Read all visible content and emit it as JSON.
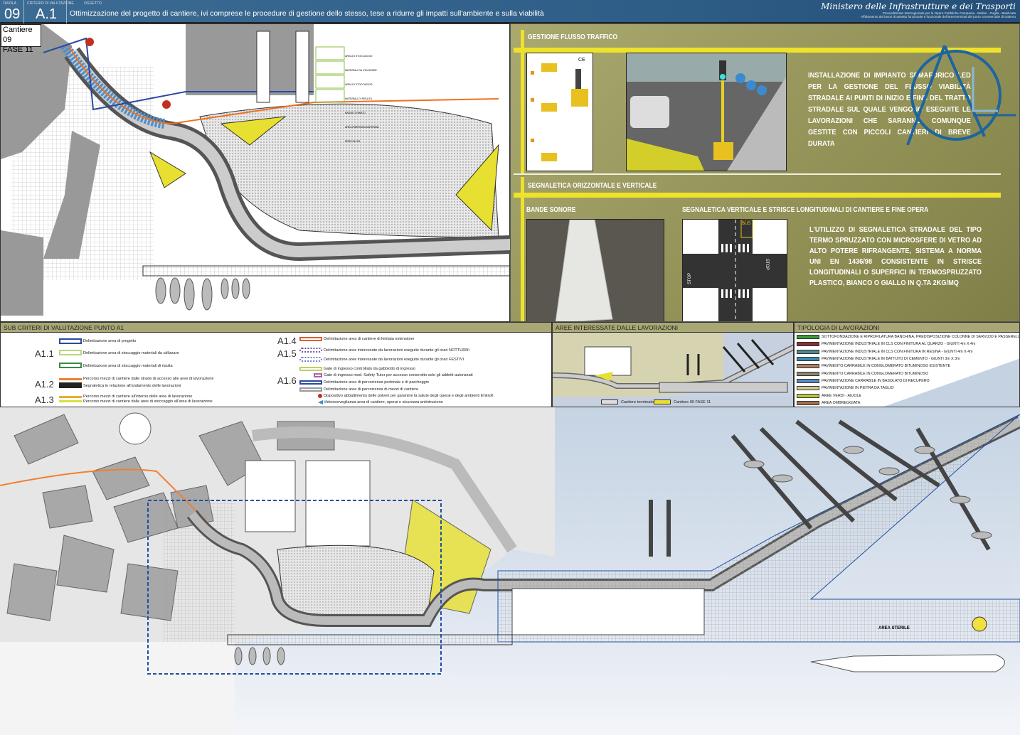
{
  "header": {
    "tavola_label": "TAVOLA",
    "tavola": "09",
    "criterio_label": "CRITERIO DI VALUTAZIONE",
    "criterio": "A.1",
    "oggetto_label": "OGGETTO",
    "title": "Ottimizzazione del progetto di cantiere, ivi comprese le procedure di gestione dello stesso, tese a ridurre gli impatti sull'ambiente e sulla viabilità",
    "ministry": "Ministero delle Infrastrutture e dei Trasporti",
    "ministry_sub1": "Provveditorato Interregionale per le Opere Pubbliche Campania - Molise - Puglia - Basilicata",
    "ministry_sub2": "Affidamento dei lavori di assetto funzionale e funzionale dell'area terminal del porto commerciale di Salerno"
  },
  "top_map": {
    "cantiere": "Cantiere 09",
    "fase": "FASE 11",
    "labels": [
      "AREA DI STOCCAGGIO MATERIALI DA UTILIZZARE",
      "AREA DI STOCCAGGIO MATERIALI DI RISULTA",
      "BAGNO CHIMICO",
      "AREA RISERVATA MATERIALI PERICOLOSI"
    ]
  },
  "right_panel": {
    "section1_title": "GESTIONE FLUSSO TRAFFICO",
    "section1_text": "INSTALLAZIONE DI IMPIANTO SEMAFORICO LED PER LA GESTIONE DEL FLUSSO VIABILITÀ STRADALE AI PUNTI DI INIZIO E FINE DEL TRATTO STRADALE SUL QUALE VENGONO ESEGUITE LE LAVORAZIONI CHE SARANNO COMUNQUE GESTITE CON PICCOLI CANTIERI DI BREVE DURATA",
    "steps": [
      "1",
      "2",
      "3"
    ],
    "ce_mark": "CE",
    "section2_title": "SEGNALETICA ORIZZONTALE E VERTICALE",
    "sub_a": "BANDE SONORE",
    "sub_b": "SEGNALETICA VERTICALE E STRISCE LONGITUDINALI DI CANTIERE E FINE OPERA",
    "section2_text": "L'UTILIZZO DI SEGNALETICA STRADALE DEL TIPO TERMO SPRUZZATO CON MICROSFERE DI VETRO AD ALTO POTERE RIFRANGENTE, SISTEMA A NORMA UNI EN 1436/98 CONSISTENTE IN STRISCE LONGITUDINALI O SUPERFICI IN TERMOSPRUZZATO PLASTICO, BIANCO O GIALLO IN Q.TA 2KG/MQ",
    "bus": "BUS",
    "stop": "STOP",
    "logo_color": "#1e64a0",
    "accent_yellow": "#eee22a"
  },
  "legend": {
    "title": "SUB CRITERI DI VALUTAZIONE PUNTO A1",
    "groups": [
      {
        "code": "A1.1",
        "items": [
          "Delimitazione area di progetto",
          "Delimitazione area di stoccaggio materiali da utilizzare",
          "Delimitazione area di stoccaggio materiali di risulta"
        ]
      },
      {
        "code": "A1.2",
        "items": [
          "Percorso mezzi di cantiere dalle strade di accesso alle aree di lavorazione",
          "Segnaletica in relazione all'andamento delle lavorazioni"
        ]
      },
      {
        "code": "A1.3",
        "items": [
          "Percorso mezzi di cantiere all'interno delle aree di lavorazione",
          "Percorso mezzi di cantiere dalle aree di stoccaggio all'area di lavorazione"
        ]
      },
      {
        "code": "A1.4",
        "items": [
          "Delimitazione area di cantiere di limitata estensione"
        ]
      },
      {
        "code": "A1.5",
        "items": [
          "Delimitazione aree interessate da lavorazioni eseguite durante gli orari NOTTURNI",
          "Delimitazione aree interessate da lavorazioni eseguite durante gli orari FESTIVI"
        ]
      },
      {
        "code": "A1.6",
        "items": [
          "Gate di ingresso controllato da gabbiotto di ingresso",
          "Gate di ingresso mod. Safety Tutor per accesso consentito solo gli addetti autorizzati",
          "Delimitazione aree di percorrenza pedonale e di parcheggio",
          "Delimitazione aree di percorrenza di mezzi di cantiere",
          "Dispositivo abbattimento delle polveri per garantire la salute degli operai e degli ambienti limitrofi",
          "Videosorveglianza area di cantiere, operai e sicurezza antintrusione"
        ]
      }
    ]
  },
  "aree": {
    "title": "AREE INTERESSATE DALLE LAVORAZIONI",
    "legend": [
      "Cantiere terminato",
      "Cantiere 09 FASE 11"
    ]
  },
  "tipologia": {
    "title": "TIPOLOGIA DI LAVORAZIONI",
    "items": [
      {
        "label": "SOTTOFONDAZIONE E RIPROFILATURA BANCHINA, PREDISPOSIZIONE COLONNE DI SERVIZIO E PASSERELLE",
        "color": "#3a9a3a"
      },
      {
        "label": "PAVIMENTAZIONE INDUSTRIALE IN CLS CON FINITURA AL QUARZO - GIUNTI 4m X 4m",
        "color": "#8a3030"
      },
      {
        "label": "PAVIMENTAZIONE INDUSTRIALE IN CLS CON FINITURA IN RESINA - GIUNTI 4m X 4m",
        "color": "#4a8a8a"
      },
      {
        "label": "PAVIMENTAZIONE INDUSTRIALE IN BATTUTO DI CEMENTO - GIUNTI 3m X 3m",
        "color": "#3a8ab0"
      },
      {
        "label": "PAVIMENTO CARRABILE IN CONGLOMERATO BITUMINOSO ESISTENTE",
        "color": "#b08060"
      },
      {
        "label": "PAVIMENTO CARRABILE IN CONGLOMERATO BITUMINOSO",
        "color": "#8a8a6a"
      },
      {
        "label": "PAVIMENTAZIONE CARRABILE IN BASOLATO DI RECUPERO",
        "color": "#5a8ac0"
      },
      {
        "label": "PAVIMENTAZIONE IN PIETRA DA TAGLIO",
        "color": "#d8c890"
      },
      {
        "label": "AREE VERDI - AIUOLE",
        "color": "#b8c840"
      },
      {
        "label": "AREA OMBREGGIATA",
        "color": "#a07050"
      }
    ]
  },
  "bottom_map": {
    "area_label": "AREA STERILE",
    "project_boundary_color": "#2050a0"
  }
}
